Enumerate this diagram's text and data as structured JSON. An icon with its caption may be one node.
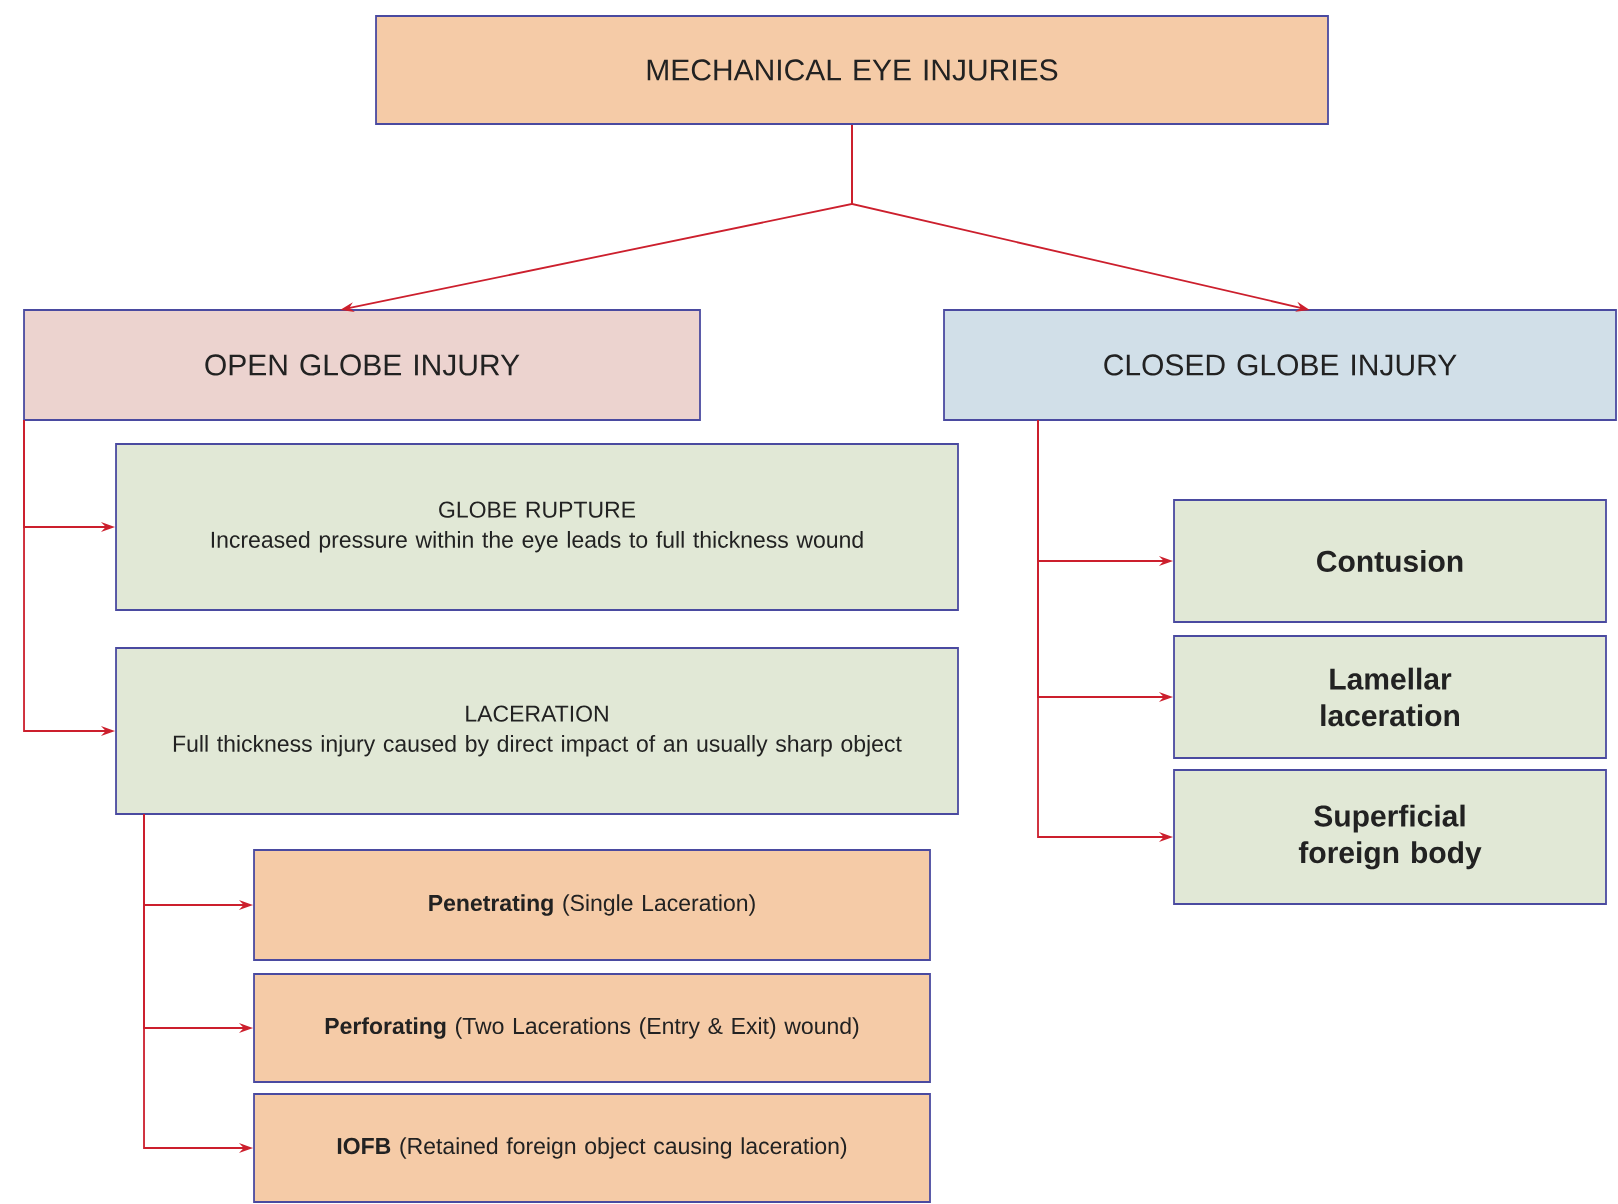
{
  "diagram": {
    "nodes": [
      {
        "text": [
          "MECHANICAL EYE INJURIES"
        ]
      },
      {
        "text": [
          "OPEN GLOBE INJURY"
        ]
      },
      {
        "text": [
          "CLOSED GLOBE INJURY"
        ]
      },
      {
        "text": [
          "GLOBE RUPTURE",
          "Increased pressure within the eye leads to full thickness wound"
        ]
      },
      {
        "text": [
          "LACERATION",
          "Full thickness injury caused by direct impact of an usually sharp object"
        ]
      },
      {
        "text": [
          "**Penetrating** (Single Laceration)"
        ]
      },
      {
        "text": [
          "**Perforating** (Two Lacerations (Entry & Exit) wound)"
        ]
      },
      {
        "text": [
          "**IOFB** (Retained foreign object causing laceration)"
        ]
      },
      {
        "text": [
          "Contusion"
        ]
      },
      {
        "text": [
          "Lamellar laceration"
        ]
      },
      {
        "text": [
          "Superficial foreign body"
        ]
      }
    ],
    "edges": [
      {
        "from": 0,
        "to": 1,
        "arrow": "to"
      },
      {
        "from": 0,
        "to": 2,
        "arrow": "to"
      },
      {
        "from": 1,
        "to": 3,
        "arrow": "to"
      },
      {
        "from": 1,
        "to": 4,
        "arrow": "to"
      },
      {
        "from": 4,
        "to": 5,
        "arrow": "to"
      },
      {
        "from": 4,
        "to": 6,
        "arrow": "to"
      },
      {
        "from": 4,
        "to": 7,
        "arrow": "to"
      },
      {
        "from": 2,
        "to": 8,
        "arrow": "to"
      },
      {
        "from": 2,
        "to": 9,
        "arrow": "to"
      },
      {
        "from": 2,
        "to": 10,
        "arrow": "to"
      }
    ]
  }
}
